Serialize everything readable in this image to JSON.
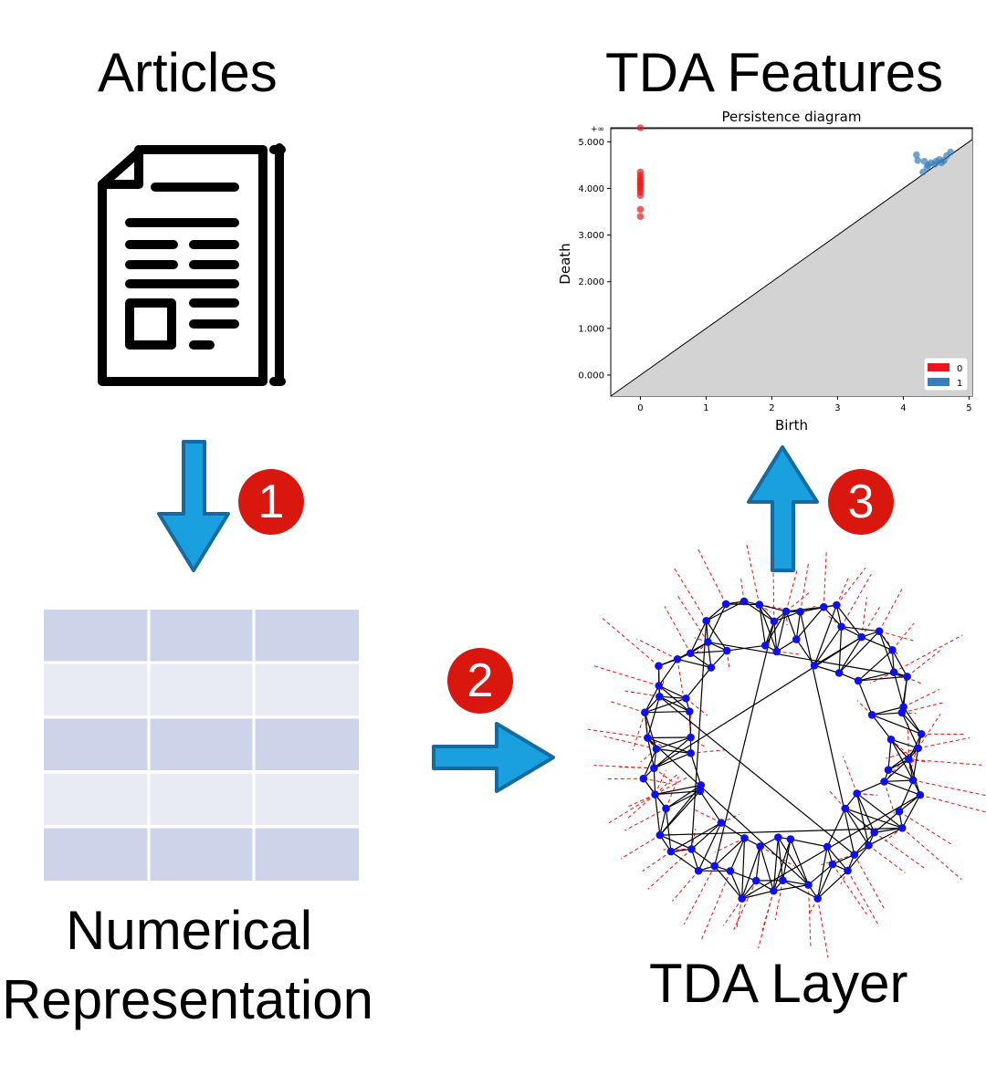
{
  "labels": {
    "articles": "Articles",
    "tda_features": "TDA Features",
    "numerical_line1": "Numerical",
    "numerical_line2": "Representation",
    "tda_layer": "TDA Layer"
  },
  "steps": [
    "1",
    "2",
    "3"
  ],
  "colors": {
    "arrow_fill": "#1aa0de",
    "arrow_stroke": "#156b9f",
    "badge": "#d9170f",
    "table_dark": "#cdd4ea",
    "table_light": "#e8ebf4",
    "h0": "#e41a1c",
    "h1": "#377eb8",
    "nodes": "#1010ee",
    "edges": "#000000",
    "voronoi": "#ee1111"
  },
  "icons": {
    "document": "newspaper-document-icon"
  },
  "chart_data": {
    "type": "scatter",
    "title": "Persistence diagram",
    "xlabel": "Birth",
    "ylabel": "Death",
    "xticks": [
      "0",
      "1",
      "2",
      "3",
      "4",
      "5"
    ],
    "yticks": [
      "0.000",
      "1.000",
      "2.000",
      "3.000",
      "4.000",
      "5.000"
    ],
    "infinity_label": "+∞",
    "xlim": [
      -0.45,
      5.05
    ],
    "ylim": [
      -0.45,
      5.3
    ],
    "infinity_level": 5.3,
    "legend_position": "bottom-right",
    "series": [
      {
        "name": "0",
        "color": "#e41a1c",
        "points": [
          [
            0,
            3.4
          ],
          [
            0,
            3.55
          ],
          [
            0,
            3.85
          ],
          [
            0,
            3.92
          ],
          [
            0,
            3.98
          ],
          [
            0,
            4.03
          ],
          [
            0,
            4.08
          ],
          [
            0,
            4.12
          ],
          [
            0,
            4.17
          ],
          [
            0,
            4.22
          ],
          [
            0,
            4.28
          ],
          [
            0,
            4.35
          ]
        ],
        "infinite_points": [
          [
            0,
            5.3
          ]
        ]
      },
      {
        "name": "1",
        "color": "#377eb8",
        "points": [
          [
            4.2,
            4.72
          ],
          [
            4.22,
            4.6
          ],
          [
            4.32,
            4.58
          ],
          [
            4.38,
            4.5
          ],
          [
            4.3,
            4.35
          ],
          [
            4.42,
            4.55
          ],
          [
            4.5,
            4.58
          ],
          [
            4.55,
            4.62
          ],
          [
            4.58,
            4.55
          ],
          [
            4.62,
            4.6
          ],
          [
            4.66,
            4.7
          ],
          [
            4.72,
            4.78
          ],
          [
            4.36,
            4.45
          ],
          [
            4.48,
            4.52
          ]
        ],
        "infinite_points": []
      }
    ]
  }
}
